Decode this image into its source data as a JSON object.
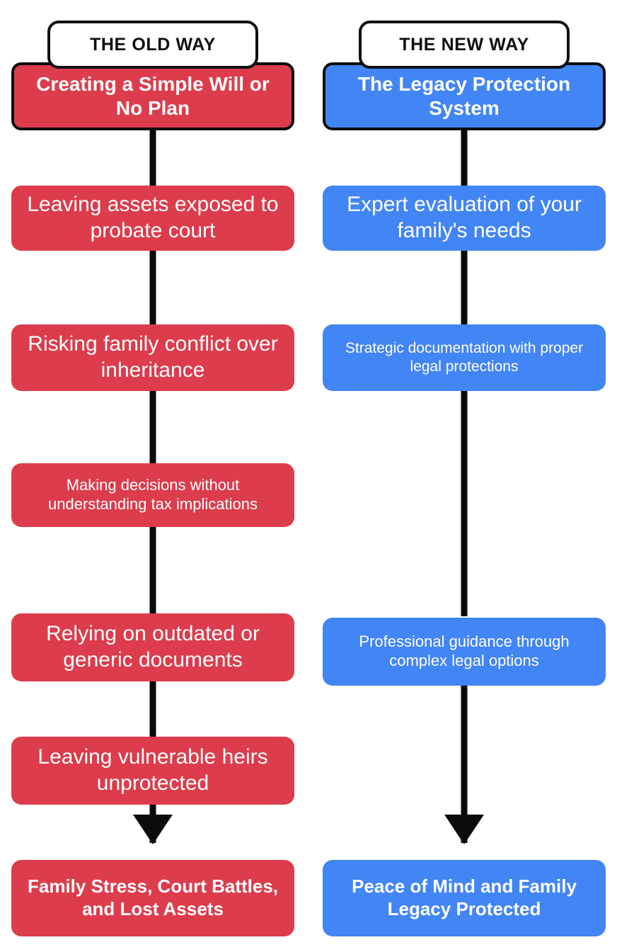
{
  "diagram": {
    "title_left": "THE OLD WAY",
    "title_right": "THE NEW WAY",
    "colors": {
      "old_way": "#DC3C4C",
      "new_way": "#4285F4",
      "connector": "#0B0B0B",
      "tab_background": "#FFFFFF",
      "tab_border": "#111111",
      "box_text": "#FFFFFF",
      "page_background": "#FFFFFF"
    }
  },
  "left_column": {
    "header": "THE OLD WAY",
    "steps": [
      {
        "text": "Creating a Simple Will or No Plan",
        "style": "headline"
      },
      {
        "text": "Leaving assets exposed to probate court",
        "style": "body"
      },
      {
        "text": "Risking family conflict over inheritance",
        "style": "body"
      },
      {
        "text": "Making decisions without understanding tax implications",
        "style": "body-small"
      },
      {
        "text": "Relying on outdated or generic documents",
        "style": "body"
      },
      {
        "text": "Leaving vulnerable heirs unprotected",
        "style": "body"
      },
      {
        "text": "Family Stress, Court Battles, and Lost Assets",
        "style": "outcome"
      }
    ]
  },
  "right_column": {
    "header": "THE NEW WAY",
    "steps": [
      {
        "text": "The Legacy Protection System",
        "style": "headline"
      },
      {
        "text": "Expert evaluation of your family's needs",
        "style": "body"
      },
      {
        "text": "Strategic documentation with proper legal protections",
        "style": "body-small"
      },
      {
        "text": "Professional guidance through complex legal options",
        "style": "body-small"
      },
      {
        "text": "Peace of Mind and Family Legacy Protected",
        "style": "outcome"
      }
    ]
  }
}
